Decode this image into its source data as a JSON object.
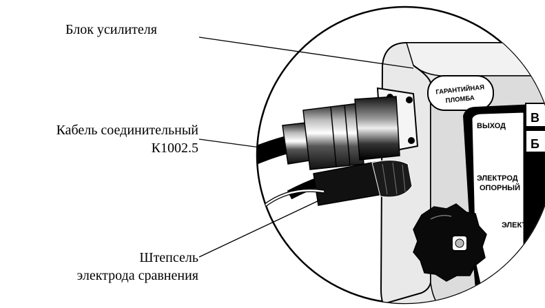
{
  "callouts": {
    "amplifier_unit": "Блок усилителя",
    "cable": {
      "line1": "Кабель соединительный",
      "line2": "К1002.5"
    },
    "plug": {
      "line1": "Штепсель",
      "line2": "электрода сравнения"
    }
  },
  "panel": {
    "seal_line1": "ГАРАНТИЙНАЯ",
    "seal_line2": "ПЛОМБА",
    "output": "ВЫХОД",
    "ref_electrode_line1": "ЭЛЕКТРОД",
    "ref_electrode_line2": "ОПОРНЫЙ",
    "meas_electrode_partial": "ЭЛЕКТ",
    "tab_top": "В",
    "tab_bottom": "Б"
  },
  "colors": {
    "ink": "#000000",
    "paper": "#ffffff",
    "body_shade": "#e9e9e9"
  }
}
